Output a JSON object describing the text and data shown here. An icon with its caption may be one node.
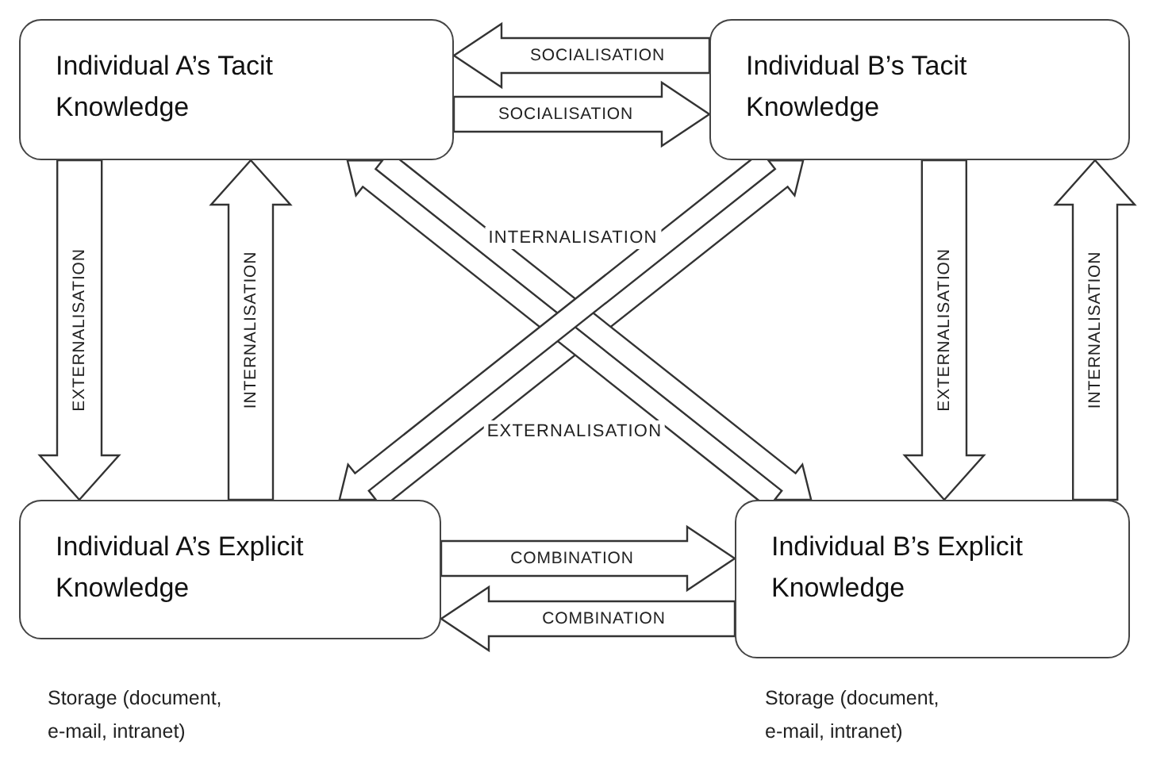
{
  "diagram": {
    "nodes": [
      {
        "text": [
          "Individual A’s Tacit Knowledge"
        ]
      },
      {
        "text": [
          "Individual B’s Tacit Knowledge"
        ]
      },
      {
        "text": [
          "Individual A’s Explicit Knowledge"
        ],
        "beside": [
          "Storage (document, e-mail, intranet)"
        ]
      },
      {
        "text": [
          "Individual B’s Explicit Knowledge"
        ],
        "beside": [
          "Storage (document, e-mail, intranet)"
        ]
      }
    ],
    "edges": [
      {
        "from": 1,
        "to": 0,
        "arrow": "to",
        "label": "SOCIALISATION"
      },
      {
        "from": 0,
        "to": 1,
        "arrow": "to",
        "label": "SOCIALISATION"
      },
      {
        "from": 0,
        "to": 2,
        "arrow": "to",
        "label": "EXTERNALISATION"
      },
      {
        "from": 2,
        "to": 0,
        "arrow": "to",
        "label": "INTERNALISATION"
      },
      {
        "from": 1,
        "to": 3,
        "arrow": "to",
        "label": "EXTERNALISATION"
      },
      {
        "from": 3,
        "to": 1,
        "arrow": "to",
        "label": "INTERNALISATION"
      },
      {
        "from": 2,
        "to": 3,
        "arrow": "to",
        "label": "COMBINATION"
      },
      {
        "from": 3,
        "to": 2,
        "arrow": "to",
        "label": "COMBINATION"
      },
      {
        "from": 2,
        "to": 1,
        "arrow": "to"
      },
      {
        "from": 3,
        "to": 0,
        "arrow": "to"
      },
      {
        "from": 0,
        "to": 3,
        "arrow": "to"
      },
      {
        "from": 1,
        "to": 2,
        "arrow": "to"
      }
    ],
    "labels": [
      "INTERNALISATION",
      "EXTERNALISATION"
    ]
  }
}
